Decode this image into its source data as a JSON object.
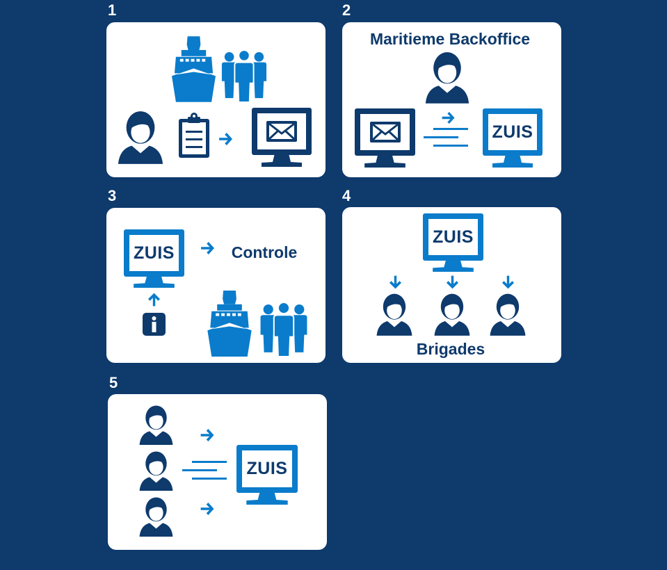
{
  "steps": [
    {
      "number": "1"
    },
    {
      "number": "2",
      "title": "Maritieme Backoffice"
    },
    {
      "number": "3",
      "label": "Controle"
    },
    {
      "number": "4",
      "label": "Brigades"
    },
    {
      "number": "5"
    }
  ],
  "system_name": "ZUIS",
  "colors": {
    "background": "#0e3a6c",
    "accent": "#0a7ccb",
    "panel": "#ffffff"
  }
}
